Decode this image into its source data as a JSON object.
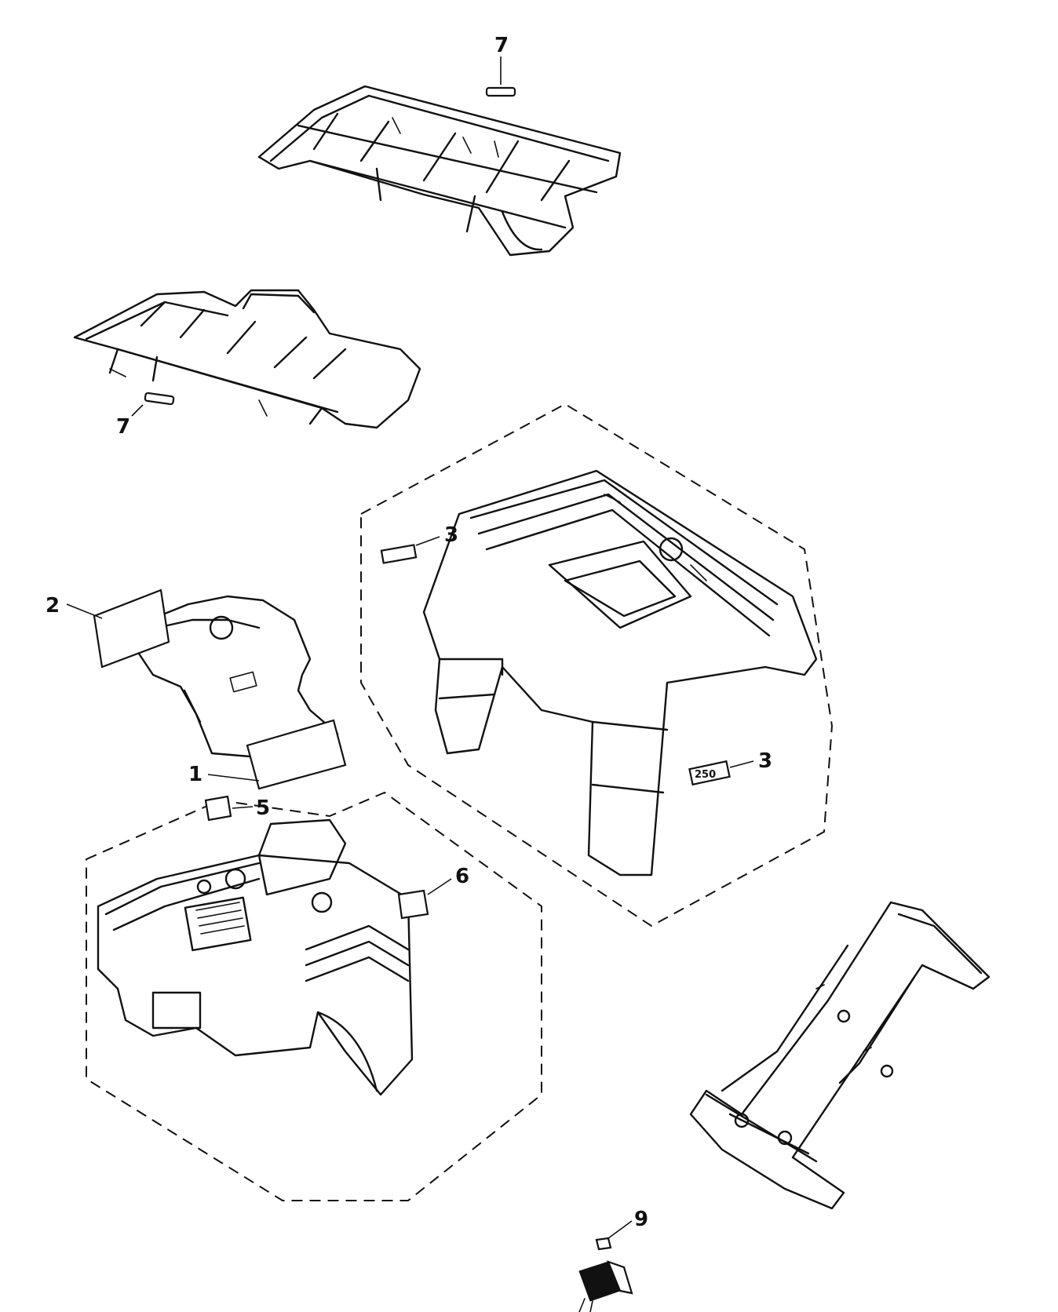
{
  "callouts": {
    "rear_rack": "7",
    "front_rack": "7",
    "front_fender_decal_1": "1",
    "front_fender_decal_2": "2",
    "rear_fender_badge_top": "3",
    "rear_fender_badge_bottom": "3",
    "front_fender_decal_5": "5",
    "front_fender_decal_6": "6",
    "footrest_part": "9"
  },
  "badge_text": "250",
  "colors": {
    "ink": "#111111",
    "paper": "#ffffff"
  }
}
